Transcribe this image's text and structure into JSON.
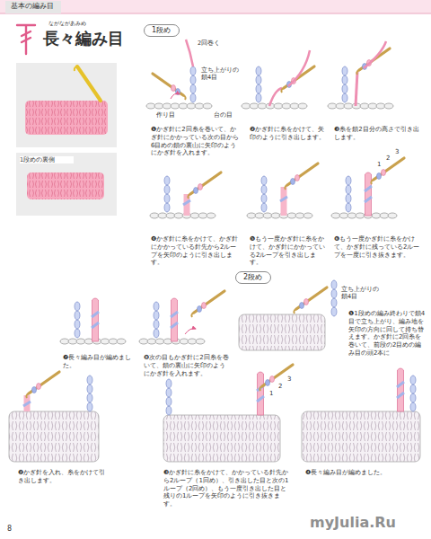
{
  "diagram": {
    "title": "長々編み目",
    "nodes": [
      {
        "text": [
          "基本の編み目"
        ]
      },
      {
        "text": [
          "1段め"
        ]
      },
      {
        "text": [
          "2段め"
        ]
      }
    ],
    "labels": [
      "ながながあみめ",
      "1段めの裏側",
      "2回巻く",
      "立ち上がりの鎖4目",
      "作り目",
      "台の目",
      "❶かぎ針に2回糸を巻いて、かぎ針にかかっている次の目から6目めの鎖の裏山に矢印のようにかぎ針を入れます。",
      "❷かぎ針に糸をかけて、矢印のように引き出します。",
      "❸糸を鎖2目分の高さで引き出します。",
      "❹かぎ針に糸をかけて、かぎ針にかかっている針先から2ループを矢印のように引き出します。",
      "❺もう一度かぎ針に糸をかけて、かぎ針にかかっている2ループを引き出します。",
      "❻もう一度かぎ針に糸をかけて、かぎ針に残っている2ループを一度に引き抜きます。",
      "1",
      "2",
      "3",
      "❼長々編み目が編めました。",
      "❽次の目もかぎ針に2回糸を巻いて、鎖の裏山に矢印のようにかぎ針を入れます。",
      "立ち上がりの鎖4目",
      "❶1段めの編み終わりで鎖4目で立ち上がり、編み地を矢印の方向に回して持ち替えます。かぎ針に2回糸を巻いて、前段の2目めの編み目の頭2本に",
      "❷かぎ針を入れ、糸をかけて引き出します。",
      "1",
      "2",
      "3",
      "❸かぎ針に糸をかけて、かかっている針先から2ループ（1回め）、引き出した目と次の1ループ（2回め）、もう一度引き出した目と残りの1ループを矢印のように引き抜きます。",
      "❹長々編み目が編めました。",
      "8",
      "myJulia.Ru"
    ]
  }
}
